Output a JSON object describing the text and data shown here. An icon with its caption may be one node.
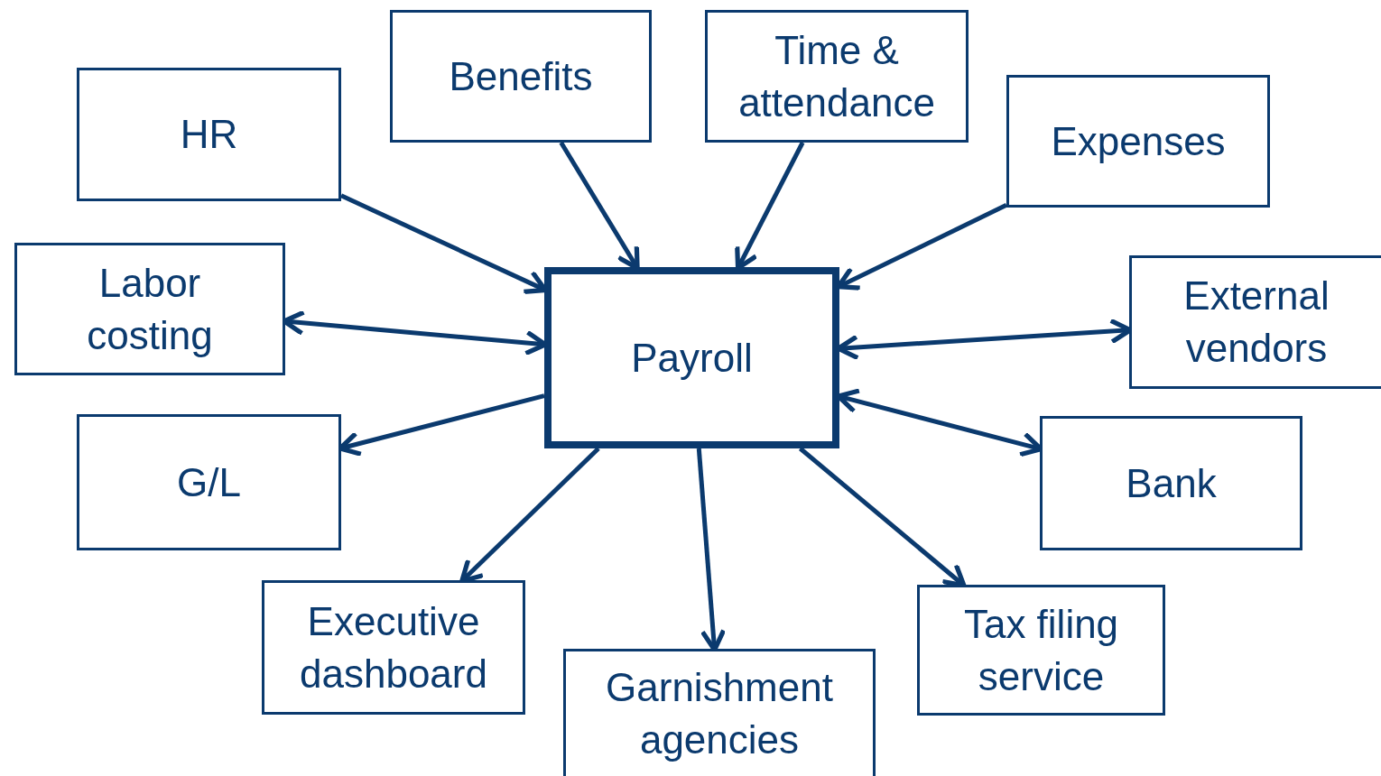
{
  "diagram": {
    "nodes": [
      {
        "text": [
          "Payroll"
        ]
      },
      {
        "text": [
          "HR"
        ]
      },
      {
        "text": [
          "Benefits"
        ]
      },
      {
        "text": [
          "Time & attendance"
        ]
      },
      {
        "text": [
          "Expenses"
        ]
      },
      {
        "text": [
          "Labor costing"
        ]
      },
      {
        "text": [
          "External vendors"
        ]
      },
      {
        "text": [
          "G/L"
        ]
      },
      {
        "text": [
          "Bank"
        ]
      },
      {
        "text": [
          "Executive dashboard"
        ]
      },
      {
        "text": [
          "Garnishment agencies"
        ]
      },
      {
        "text": [
          "Tax filing service"
        ]
      }
    ],
    "edges": [
      {
        "from": 1,
        "to": 0,
        "arrow": "to"
      },
      {
        "from": 2,
        "to": 0,
        "arrow": "to"
      },
      {
        "from": 3,
        "to": 0,
        "arrow": "to"
      },
      {
        "from": 4,
        "to": 0,
        "arrow": "to"
      },
      {
        "from": 5,
        "to": 0,
        "arrow": "both"
      },
      {
        "from": 0,
        "to": 6,
        "arrow": "both"
      },
      {
        "from": 0,
        "to": 8,
        "arrow": "both"
      },
      {
        "from": 0,
        "to": 7,
        "arrow": "to"
      },
      {
        "from": 0,
        "to": 9,
        "arrow": "to"
      },
      {
        "from": 0,
        "to": 10,
        "arrow": "to"
      },
      {
        "from": 0,
        "to": 11,
        "arrow": "to"
      }
    ]
  }
}
